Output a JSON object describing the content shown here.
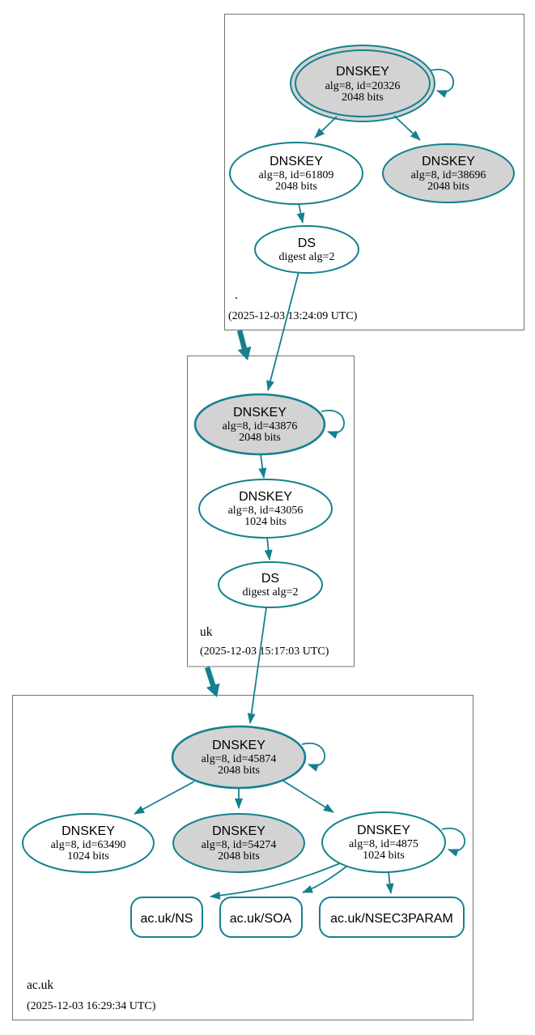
{
  "page": {
    "background": "#ffffff"
  },
  "colors": {
    "edge": "#14808F",
    "node_gray": "#d3d3d3",
    "node_white": "#ffffff",
    "box_border": "#737373",
    "text": "#000000"
  },
  "zones": [
    {
      "label": ".",
      "timestamp": "(2025-12-03 13:24:09 UTC)",
      "nodes": {
        "ksk": {
          "title": "DNSKEY",
          "detail1": "alg=8, id=20326",
          "detail2": "2048 bits"
        },
        "zsk": {
          "title": "DNSKEY",
          "detail1": "alg=8, id=61809",
          "detail2": "2048 bits"
        },
        "key2": {
          "title": "DNSKEY",
          "detail1": "alg=8, id=38696",
          "detail2": "2048 bits"
        },
        "ds": {
          "title": "DS",
          "detail1": "digest alg=2"
        }
      }
    },
    {
      "label": "uk",
      "timestamp": "(2025-12-03 15:17:03 UTC)",
      "nodes": {
        "ksk": {
          "title": "DNSKEY",
          "detail1": "alg=8, id=43876",
          "detail2": "2048 bits"
        },
        "zsk": {
          "title": "DNSKEY",
          "detail1": "alg=8, id=43056",
          "detail2": "1024 bits"
        },
        "ds": {
          "title": "DS",
          "detail1": "digest alg=2"
        }
      }
    },
    {
      "label": "ac.uk",
      "timestamp": "(2025-12-03 16:29:34 UTC)",
      "nodes": {
        "ksk": {
          "title": "DNSKEY",
          "detail1": "alg=8, id=45874",
          "detail2": "2048 bits"
        },
        "zsk1": {
          "title": "DNSKEY",
          "detail1": "alg=8, id=63490",
          "detail2": "1024 bits"
        },
        "zsk2": {
          "title": "DNSKEY",
          "detail1": "alg=8, id=54274",
          "detail2": "2048 bits"
        },
        "zsk3": {
          "title": "DNSKEY",
          "detail1": "alg=8, id=4875",
          "detail2": "1024 bits"
        }
      },
      "rrsets": [
        {
          "label": "ac.uk/NS"
        },
        {
          "label": "ac.uk/SOA"
        },
        {
          "label": "ac.uk/NSEC3PARAM"
        }
      ]
    }
  ]
}
